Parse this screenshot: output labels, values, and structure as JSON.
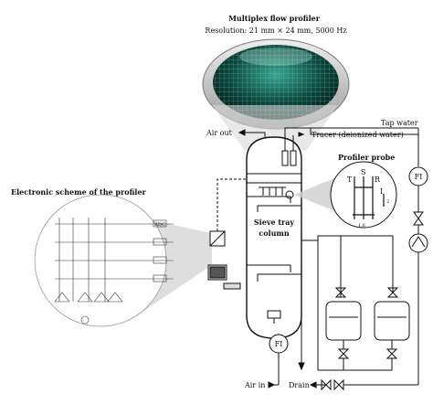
{
  "header": {
    "title": "Multiplex flow profiler",
    "subtitle": "Resolution: 21 mm × 24 mm, 5000 Hz"
  },
  "labels": {
    "tap_water": "Tap water",
    "air_out": "Air out",
    "tracer": "Tracer (deionized water)",
    "profiler_probe": "Profiler probe",
    "electronic_scheme": "Electronic scheme of the profiler",
    "sieve_tray": "Sieve tray",
    "column": "column",
    "air_in": "Air in",
    "drain": "Drain",
    "fi_top": "FI",
    "fi_bottom": "FI",
    "probe_t": "T",
    "probe_s": "S",
    "probe_r": "R",
    "probe_i": "I",
    "probe_dim_2": "2",
    "probe_dim_16": "1.6",
    "adc": "ADC"
  },
  "colors": {
    "line": "#111111",
    "dish_dark": "#0b2e2a",
    "dish_mesh": "#2d8a7a",
    "dish_rim": "#c9c9c9",
    "gray_panel": "#d4d4d4"
  }
}
